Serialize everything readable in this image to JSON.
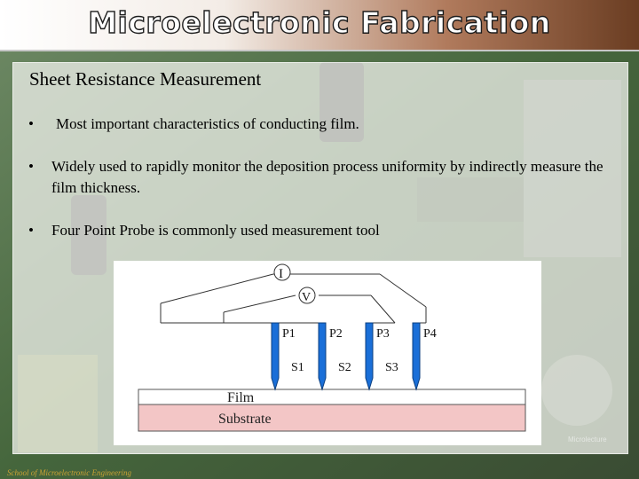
{
  "header": {
    "title": "Microelectronic Fabrication"
  },
  "slide": {
    "title": "Sheet Resistance Measurement",
    "bullets": [
      "Most important characteristics of conducting film.",
      "Widely used to rapidly monitor the deposition process uniformity by indirectly measure the film thickness.",
      "Four Point Probe is commonly used measurement tool"
    ],
    "bullet_symbol": "•"
  },
  "figure": {
    "current_label": "I",
    "voltage_label": "V",
    "probes": [
      "P1",
      "P2",
      "P3",
      "P4"
    ],
    "spacings": [
      "S1",
      "S2",
      "S3"
    ],
    "film_label": "Film",
    "substrate_label": "Substrate",
    "colors": {
      "probe": "#1a6fd8",
      "substrate": "#f3c6c6",
      "film": "#ffffff"
    }
  },
  "watermark": "Microlecture",
  "footer": {
    "text": "School of Microelectronic Engineering"
  }
}
